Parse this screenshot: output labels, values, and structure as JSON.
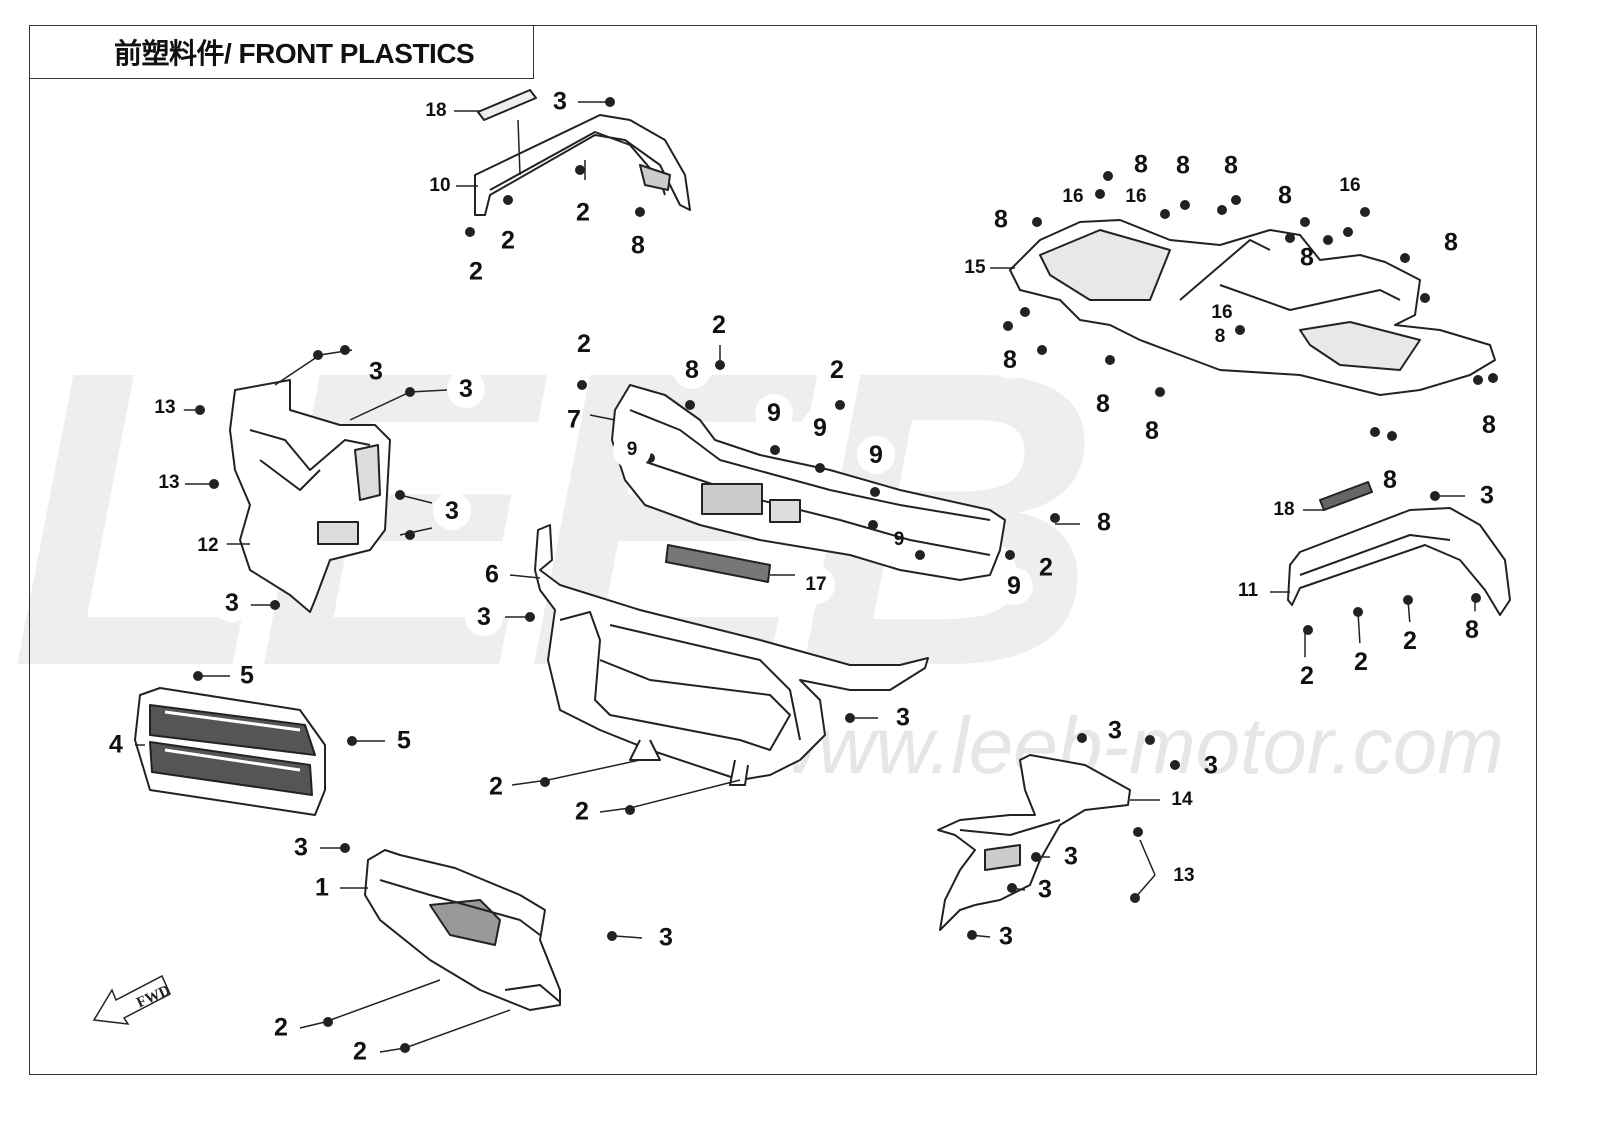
{
  "title": "前塑料件/ FRONT PLASTICS",
  "watermark": {
    "logo": "LEEB",
    "url": "www.leeb-motor.com"
  },
  "fwd_label": "FWD",
  "callouts": [
    {
      "t": "18",
      "s": "small"
    },
    {
      "t": "3",
      "s": "big"
    },
    {
      "t": "10",
      "s": "small"
    },
    {
      "t": "2",
      "s": "big"
    },
    {
      "t": "2",
      "s": "big"
    },
    {
      "t": "2",
      "s": "big"
    },
    {
      "t": "8",
      "s": "big"
    },
    {
      "t": "3",
      "s": "big"
    },
    {
      "t": "3",
      "s": "big"
    },
    {
      "t": "13",
      "s": "small"
    },
    {
      "t": "13",
      "s": "small"
    },
    {
      "t": "3",
      "s": "big"
    },
    {
      "t": "12",
      "s": "small"
    },
    {
      "t": "3",
      "s": "big"
    },
    {
      "t": "2",
      "s": "big"
    },
    {
      "t": "2",
      "s": "big"
    },
    {
      "t": "8",
      "s": "big"
    },
    {
      "t": "2",
      "s": "big"
    },
    {
      "t": "7",
      "s": "big"
    },
    {
      "t": "9",
      "s": "big"
    },
    {
      "t": "9",
      "s": "big"
    },
    {
      "t": "9",
      "s": "small"
    },
    {
      "t": "9",
      "s": "big"
    },
    {
      "t": "8",
      "s": "big"
    },
    {
      "t": "9",
      "s": "small"
    },
    {
      "t": "2",
      "s": "big"
    },
    {
      "t": "9",
      "s": "big"
    },
    {
      "t": "17",
      "s": "small"
    },
    {
      "t": "6",
      "s": "big"
    },
    {
      "t": "3",
      "s": "big"
    },
    {
      "t": "3",
      "s": "big"
    },
    {
      "t": "2",
      "s": "big"
    },
    {
      "t": "2",
      "s": "big"
    },
    {
      "t": "5",
      "s": "big"
    },
    {
      "t": "4",
      "s": "big"
    },
    {
      "t": "5",
      "s": "big"
    },
    {
      "t": "3",
      "s": "big"
    },
    {
      "t": "1",
      "s": "big"
    },
    {
      "t": "3",
      "s": "big"
    },
    {
      "t": "2",
      "s": "big"
    },
    {
      "t": "2",
      "s": "big"
    },
    {
      "t": "8",
      "s": "big"
    },
    {
      "t": "8",
      "s": "big"
    },
    {
      "t": "8",
      "s": "big"
    },
    {
      "t": "8",
      "s": "big"
    },
    {
      "t": "16",
      "s": "small"
    },
    {
      "t": "16",
      "s": "small"
    },
    {
      "t": "16",
      "s": "small"
    },
    {
      "t": "8",
      "s": "big"
    },
    {
      "t": "8",
      "s": "big"
    },
    {
      "t": "8",
      "s": "big"
    },
    {
      "t": "15",
      "s": "small"
    },
    {
      "t": "16",
      "s": "small"
    },
    {
      "t": "8",
      "s": "small"
    },
    {
      "t": "8",
      "s": "big"
    },
    {
      "t": "8",
      "s": "big"
    },
    {
      "t": "8",
      "s": "big"
    },
    {
      "t": "8",
      "s": "big"
    },
    {
      "t": "8",
      "s": "big"
    },
    {
      "t": "18",
      "s": "small"
    },
    {
      "t": "3",
      "s": "big"
    },
    {
      "t": "11",
      "s": "small"
    },
    {
      "t": "2",
      "s": "big"
    },
    {
      "t": "2",
      "s": "big"
    },
    {
      "t": "2",
      "s": "big"
    },
    {
      "t": "8",
      "s": "big"
    },
    {
      "t": "3",
      "s": "big"
    },
    {
      "t": "3",
      "s": "big"
    },
    {
      "t": "14",
      "s": "small"
    },
    {
      "t": "3",
      "s": "big"
    },
    {
      "t": "13",
      "s": "small"
    },
    {
      "t": "3",
      "s": "big"
    },
    {
      "t": "3",
      "s": "big"
    }
  ]
}
